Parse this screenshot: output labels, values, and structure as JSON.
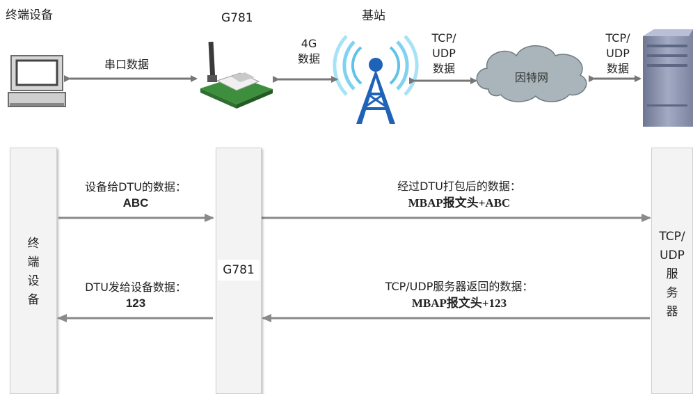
{
  "top": {
    "terminal_label": "终端设备",
    "g781_label": "G781",
    "base_station_label": "基站",
    "serial_label": "串口数据",
    "g4_line1": "4G",
    "g4_line2": "数据",
    "tcp1_line1": "TCP/",
    "tcp1_line2": "UDP",
    "tcp1_line3": "数据",
    "internet_label": "因特网",
    "tcp2_line1": "TCP/",
    "tcp2_line2": "UDP",
    "tcp2_line3": "数据"
  },
  "bottom": {
    "terminal_col": [
      "终",
      "端",
      "设",
      "备"
    ],
    "g781_col": "G781",
    "server_col": [
      "TCP/",
      "UDP",
      "服",
      "务",
      "器"
    ],
    "msg1_title": "设备给DTU的数据：",
    "msg1_value": "ABC",
    "msg2_title": "经过DTU打包后的数据：",
    "msg2_value": "MBAP报文头+ABC",
    "msg3_title": "DTU发给设备数据：",
    "msg3_value": "123",
    "msg4_title": "TCP/UDP服务器返回的数据：",
    "msg4_value": "MBAP报文头+123"
  },
  "colors": {
    "arrow": "#7a7a7a",
    "cloud": "#a9b5ba",
    "tower": "#1f63b8",
    "signal": "#7fd3f0",
    "module_board": "#4aa04a",
    "server": "#8d97b4"
  }
}
